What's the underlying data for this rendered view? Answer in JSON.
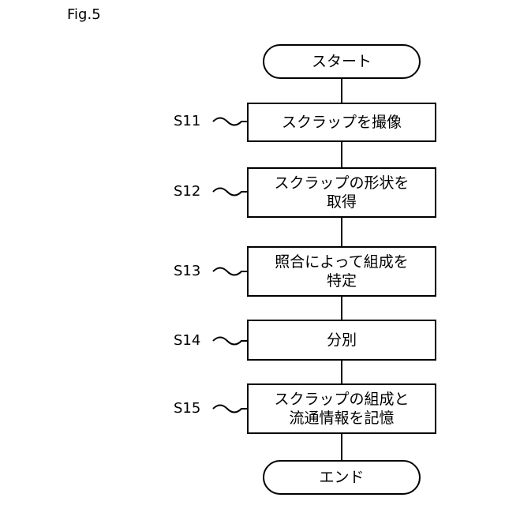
{
  "figure_label": "Fig.5",
  "start": "スタート",
  "end": "エンド",
  "steps": [
    {
      "id": "S11",
      "text": "スクラップを撮像"
    },
    {
      "id": "S12",
      "text": "スクラップの形状を\n取得"
    },
    {
      "id": "S13",
      "text": "照合によって組成を\n特定"
    },
    {
      "id": "S14",
      "text": "分別"
    },
    {
      "id": "S15",
      "text": "スクラップの組成と\n流通情報を記憶"
    }
  ]
}
